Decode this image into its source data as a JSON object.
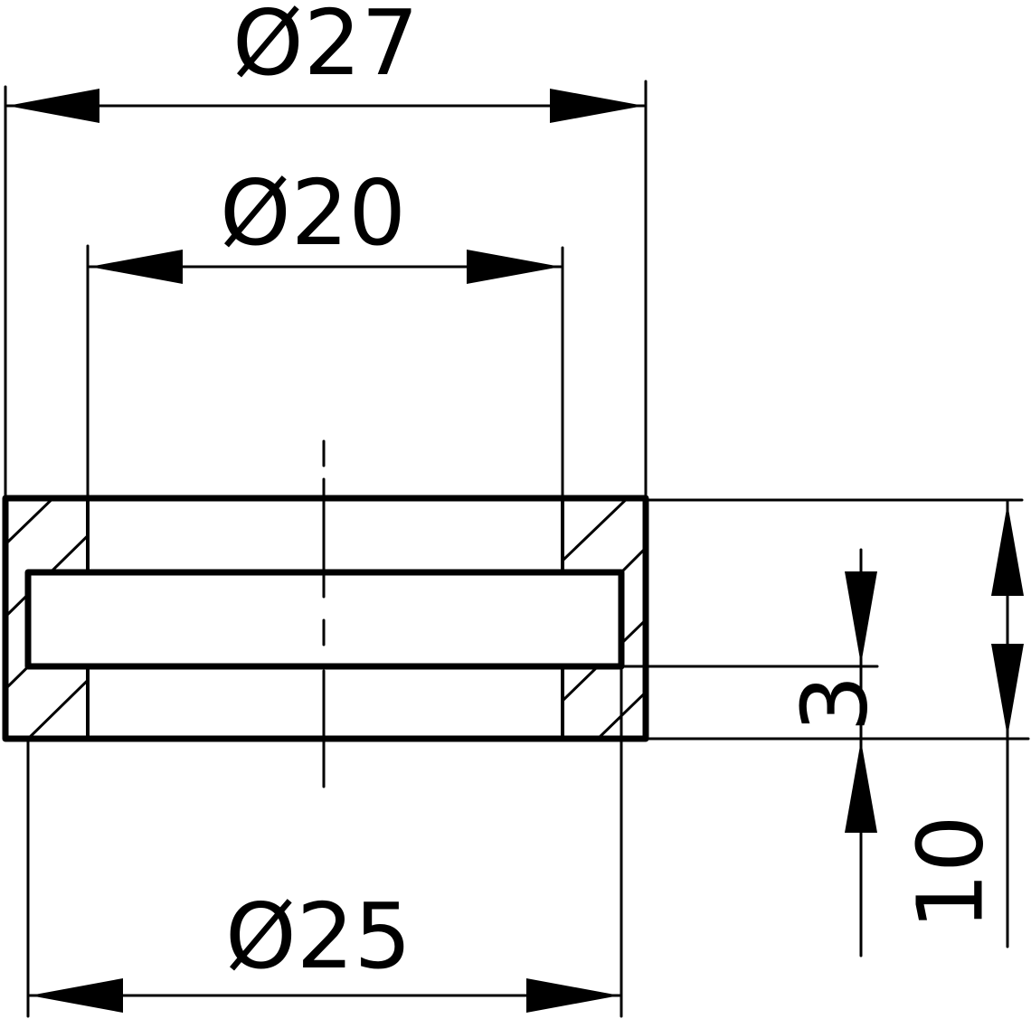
{
  "dimensions": {
    "outer_diameter": "Ø27",
    "inner_diameter": "Ø20",
    "recess_diameter": "Ø25",
    "recess_depth": "3",
    "total_height": "10"
  }
}
